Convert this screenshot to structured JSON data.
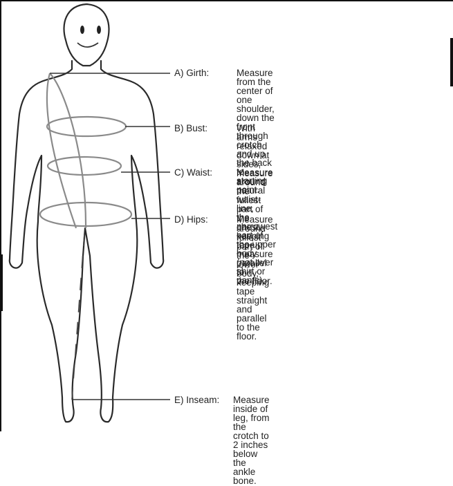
{
  "measurements": [
    {
      "label": "A) Girth:",
      "description": "Measure from the center of one\nshoulder, down the front through\ncrotch and up the back to starting point."
    },
    {
      "label": "B) Bust:",
      "description": "With arms relaxed down at sides,\nmeasure around the fullest part of the\nchest, keeping tape measure parallel to\nthe floor."
    },
    {
      "label": "C) Waist:",
      "description": "Measure around natural waist-   line,\nthe narrowest part of the upper body\n(not over shirt or pants)."
    },
    {
      "label": "D) Hips:",
      "description": "Measure around fullest part of\nthe lower body, keeping tape\nstraight and parallel to the floor."
    },
    {
      "label": "E) Inseam:",
      "description": "Measure inside of leg, from\nthe crotch to 2 inches below\nthe ankle bone."
    }
  ]
}
